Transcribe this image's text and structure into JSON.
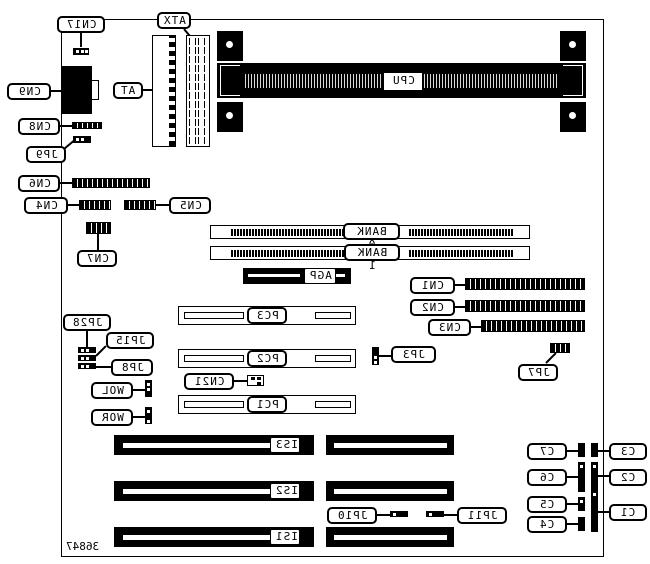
{
  "diagram": {
    "title": "Motherboard component layout",
    "part_number": "36847",
    "orientation_note": "mirrored",
    "labels": {
      "cn17": "CN17",
      "atx": "ATX",
      "at": "AT",
      "cn9": "CN9",
      "cn8": "CN8",
      "jp9": "JP9",
      "cn6": "CN6",
      "cn4": "CN4",
      "cn5": "CN5",
      "cn7": "CN7",
      "cpu": "CPU",
      "bank0": "BANK 0",
      "bank1": "BANK 1",
      "agp": "AGP",
      "cn1": "CN1",
      "cn2": "CN2",
      "cn3": "CN3",
      "jp7": "JP7",
      "pc3": "PC3",
      "pc2": "PC2",
      "pc1": "PC1",
      "jp3": "JP3",
      "cn21": "CN21",
      "jp28": "JP28",
      "jp15": "JP15",
      "jp8": "JP8",
      "wol": "WOL",
      "wor": "WOR",
      "is3": "IS3",
      "is2": "IS2",
      "is1": "IS1",
      "jp10": "JP10",
      "jp11": "JP11",
      "c1": "C1",
      "c2": "C2",
      "c3": "C3",
      "c4": "C4",
      "c5": "C5",
      "c6": "C6",
      "c7": "C7"
    }
  }
}
